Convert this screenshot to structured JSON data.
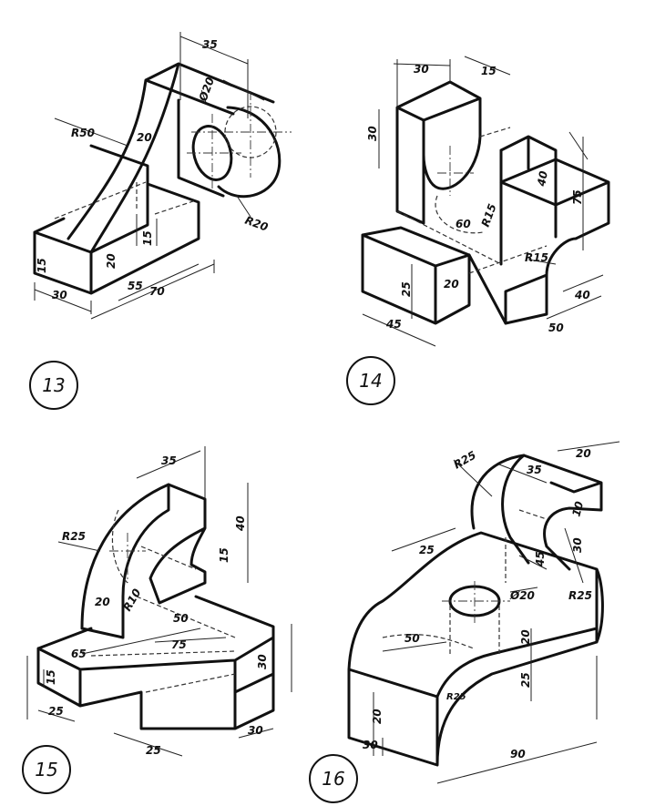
{
  "drawings": [
    {
      "id": "13",
      "label": "13",
      "dims": {
        "d35": "35",
        "phi20": "Ø20",
        "r50": "R50",
        "d20a": "20",
        "r20": "R20",
        "d15a": "15",
        "d20b": "20",
        "d15b": "15",
        "d30": "30",
        "d55": "55",
        "d70": "70"
      }
    },
    {
      "id": "14",
      "label": "14",
      "dims": {
        "d30a": "30",
        "d15": "15",
        "d30b": "30",
        "d40": "40",
        "d75": "75",
        "r15a": "R15",
        "d60": "60",
        "r15b": "R15",
        "d25": "25",
        "d20": "20",
        "d45": "45",
        "d40b": "40",
        "d50": "50"
      }
    },
    {
      "id": "15",
      "label": "15",
      "dims": {
        "d35": "35",
        "r25": "R25",
        "d40": "40",
        "d15a": "15",
        "d20": "20",
        "r10": "R10",
        "d50": "50",
        "d65": "65",
        "d75": "75",
        "d15b": "15",
        "d30a": "30",
        "d25a": "25",
        "d25b": "25",
        "d30b": "30"
      }
    },
    {
      "id": "16",
      "label": "16",
      "dims": {
        "r25a": "R25",
        "d35": "35",
        "d20a": "20",
        "d10": "10",
        "d25": "25",
        "d45": "45",
        "d30": "30",
        "phi20": "Ø20",
        "r25b": "R25",
        "d50": "50",
        "d20b": "20",
        "d25b": "25",
        "r25c": "R25",
        "d20c": "20",
        "d30b": "30",
        "d90": "90"
      }
    }
  ]
}
